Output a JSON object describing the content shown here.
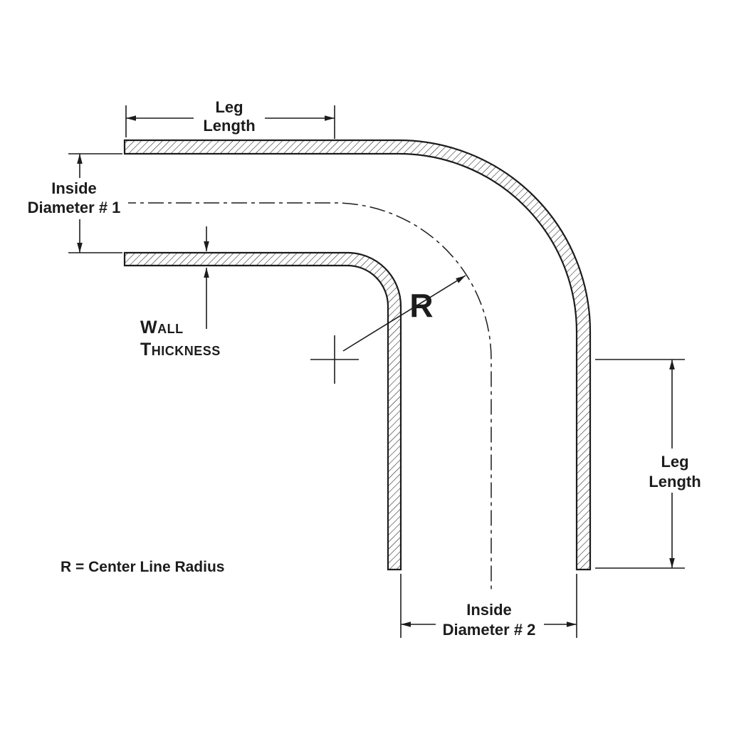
{
  "colors": {
    "line": "#1c1c1c",
    "background": "#ffffff"
  },
  "labels": {
    "top_leg": {
      "line1": "Leg",
      "line2": "Length"
    },
    "inside_d1": {
      "line1": "Inside",
      "line2": "Diameter # 1"
    },
    "wall": {
      "line1": "Wall",
      "line2": "Thickness"
    },
    "r_symbol": "R",
    "r_note": "R = Center Line Radius",
    "right_leg": {
      "line1": "Leg",
      "line2": "Length"
    },
    "inside_d2": {
      "line1": "Inside",
      "line2": "Diameter # 2"
    }
  }
}
